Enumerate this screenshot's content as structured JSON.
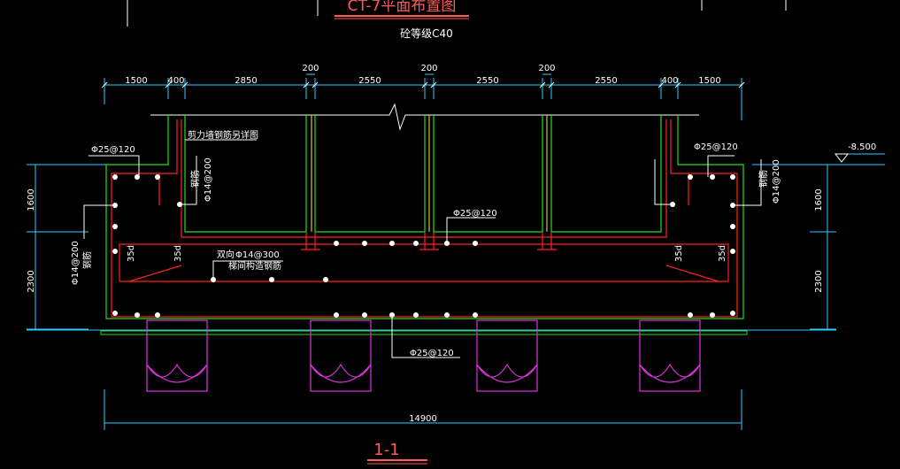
{
  "header": {
    "title_top": "CT-7平面布置图",
    "concrete_grade": "砼等级C40"
  },
  "dims_top": [
    "1500",
    "400",
    "2850",
    "200",
    "2550",
    "200",
    "2550",
    "200",
    "2550",
    "400",
    "1500"
  ],
  "dims_left": [
    "1600",
    "2300"
  ],
  "dims_right": [
    "1600",
    "2300"
  ],
  "dim_bottom": "14900",
  "elevation": "-8.500",
  "labels": {
    "shear_wall_note": "剪力墙钢筋另详图",
    "top_bar_left": "Φ25@120",
    "top_bar_right": "Φ25@120",
    "hook_left": "钢筋",
    "hook_left_spec": "Φ14@200",
    "hook_right": "钢筋",
    "hook_right_spec": "Φ14@200",
    "side_bar_left": "Φ14@200",
    "side_bar_left_note": "钢筋",
    "mid_bar": "Φ25@120",
    "bidir": "双向",
    "bidir_spec": "Φ14@300",
    "structural_note": "梯间构造钢筋",
    "anchor_1": "35d",
    "anchor_2": "35d",
    "anchor_3": "35d",
    "anchor_4": "35d",
    "bottom_bar": "Φ25@120"
  },
  "section_title": "1-1",
  "colors": {
    "background": "#000000",
    "dimension": "#33ccff",
    "rebar": "#ff2020",
    "wall": "#22dd22",
    "wall_edge": "#d8c020",
    "pile": "#dd33dd",
    "text": "#ffffff",
    "title": "#ff5a5a"
  }
}
